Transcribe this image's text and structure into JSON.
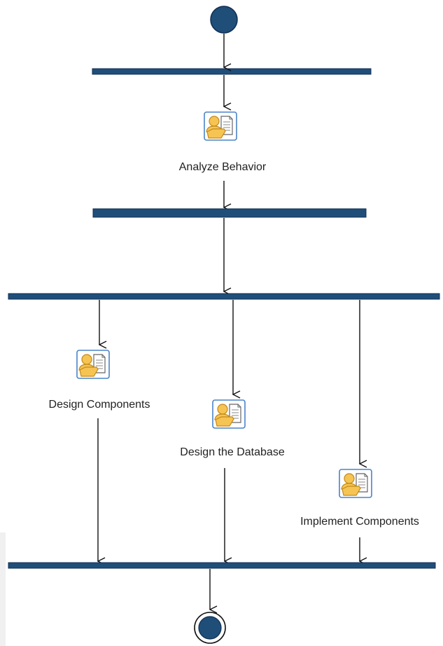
{
  "colors": {
    "node_fill": "#1f4e79",
    "node_stroke": "#0f2f52",
    "edge_stroke": "#111111",
    "icon_frame": "#4a84c8",
    "icon_person": "#f6c453",
    "icon_person_stroke": "#c28a1a",
    "icon_doc": "#ffffff"
  },
  "activities": [
    {
      "id": "analyze",
      "label": "Analyze Behavior",
      "icon": "activity-icon"
    },
    {
      "id": "design-components",
      "label": "Design Components",
      "icon": "activity-icon"
    },
    {
      "id": "design-database",
      "label": "Design the Database",
      "icon": "activity-icon"
    },
    {
      "id": "implement-components",
      "label": "Implement Components",
      "icon": "activity-icon"
    }
  ]
}
